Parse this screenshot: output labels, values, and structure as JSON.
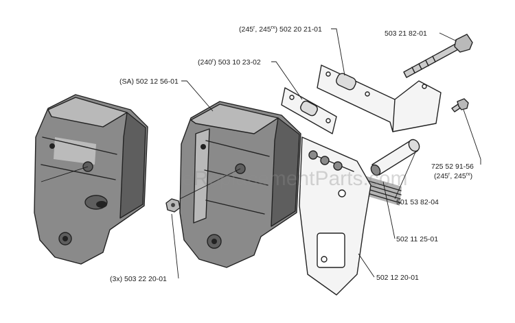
{
  "watermark": "eReplacementParts.com",
  "labels": {
    "gasket_bracket_label": "(245",
    "gasket_bracket_sup1": "r",
    "gasket_bracket_mid": ", 245",
    "gasket_bracket_sup2": "rx",
    "gasket_bracket_end": ") 502 20 21-01",
    "screw_long": "503 21 82-01",
    "gasket_240": "(240",
    "gasket_240_sup": "r",
    "gasket_240_end": ") 503 10 23-02",
    "muffler_sa": "(SA) 502 12 56-01",
    "small_screw": "725 52 91-56",
    "small_screw_models_a": "(245",
    "small_screw_models_sup1": "r",
    "small_screw_models_b": ", 245",
    "small_screw_models_sup2": "rx",
    "small_screw_models_c": ")",
    "spacer": "501 53 82-04",
    "heat_shield": "502 11 25-01",
    "plate": "502 12 20-01",
    "nut": "(3x) 503 22 20-01"
  },
  "colors": {
    "ink": "#1a1a1a",
    "muffler_dark": "#5e5e5e",
    "muffler_mid": "#8a8a8a",
    "muffler_light": "#b9b9b9"
  }
}
